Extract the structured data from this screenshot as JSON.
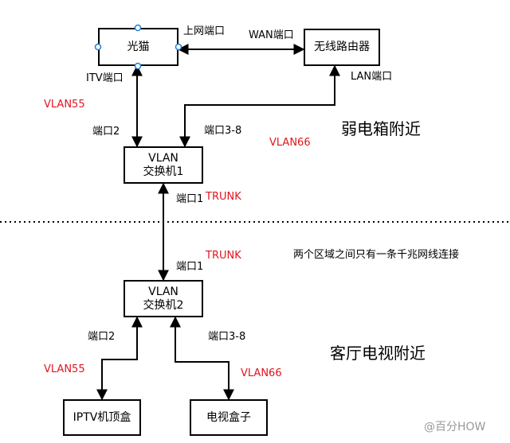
{
  "nodes": {
    "guangmao": "光猫",
    "router": "无线路由器",
    "switch1": [
      "VLAN",
      "交换机1"
    ],
    "switch2": [
      "VLAN",
      "交换机2"
    ],
    "iptv": "IPTV机顶盒",
    "tvbox": "电视盒子"
  },
  "labels": {
    "uplink_port": "上网端口",
    "wan_port": "WAN端口",
    "itv_port": "ITV端口",
    "lan_port": "LAN端口",
    "s1_port2": "端口2",
    "s1_port3_8": "端口3-8",
    "s1_port1": "端口1",
    "s2_port1": "端口1",
    "s2_port2": "端口2",
    "s2_port3_8": "端口3-8",
    "vlan55_top": "VLAN55",
    "vlan66_top": "VLAN66",
    "trunk_top": "TRUNK",
    "trunk_bottom": "TRUNK",
    "vlan55_bottom": "VLAN55",
    "vlan66_bottom": "VLAN66"
  },
  "areas": {
    "top": "弱电箱附近",
    "bottom": "客厅电视附近"
  },
  "note": "两个区域之间只有一条千兆网线连接",
  "watermark": "@百分HOW",
  "colors": {
    "line": "#000000",
    "vlan": "#e0141e",
    "handle": "#1f7fd6"
  }
}
